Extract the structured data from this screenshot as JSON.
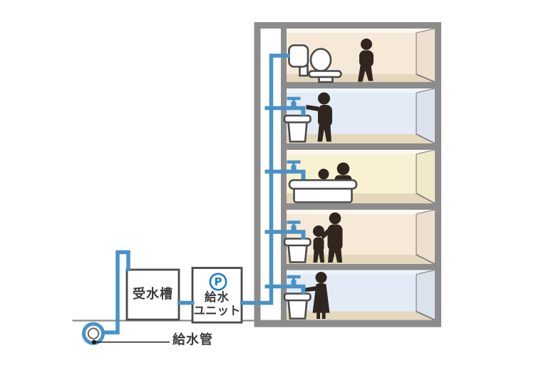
{
  "labels": {
    "receiving_tank": "受水槽",
    "supply_unit_line1": "給水",
    "supply_unit_line2": "ユニット",
    "pump_symbol": "P",
    "supply_pipe": "給水管"
  },
  "colors": {
    "pipe": "#4992c6",
    "pump": "#1d7dc2",
    "frame": "#8c8c8c",
    "cream": "#f6e9d8",
    "light_blue": "#e2ebf6",
    "light_yellow": "#f8f2d2",
    "floor": "#e5d7bb",
    "silhouette": "#30261f",
    "fixture_stroke": "#494949"
  },
  "building": {
    "riser": "vertical-supply-riser-in-shaft",
    "floors": [
      {
        "level": 5,
        "room_tint": "cream",
        "fixture": "toilet",
        "occupants": "walking-man"
      },
      {
        "level": 4,
        "room_tint": "light-blue",
        "fixture": "washbasin",
        "occupants": "person-washing-hands"
      },
      {
        "level": 3,
        "room_tint": "light-yellow",
        "fixture": "bathtub",
        "occupants": "two-bathers"
      },
      {
        "level": 2,
        "room_tint": "cream",
        "fixture": "washbasin",
        "occupants": "parent-and-child"
      },
      {
        "level": 1,
        "room_tint": "light-blue",
        "fixture": "washbasin",
        "occupants": "woman-at-sink"
      }
    ]
  }
}
